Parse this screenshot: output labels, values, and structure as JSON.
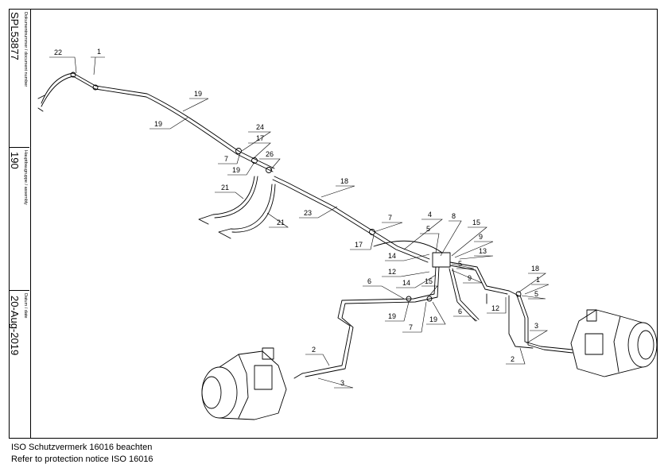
{
  "title_block": {
    "doc_caption": "Dokumentnummer / document number",
    "doc_value": "SPL53877",
    "assembly_caption": "Hauptbaugruppe / assembly",
    "assembly_value": "190",
    "date_caption": "Datum / date",
    "date_value": "20-Aug-2019"
  },
  "callouts": [
    "22",
    "1",
    "19",
    "19",
    "24",
    "17",
    "7",
    "19",
    "26",
    "21",
    "21",
    "18",
    "23",
    "7",
    "17",
    "4",
    "8",
    "5",
    "15",
    "14",
    "9",
    "13",
    "12",
    "5",
    "14",
    "9",
    "15",
    "6",
    "19",
    "7",
    "19",
    "6",
    "12",
    "18",
    "1",
    "5",
    "3",
    "2",
    "2",
    "3"
  ],
  "footer": {
    "line1": "ISO Schutzvermerk 16016 beachten",
    "line2": "Refer to protection notice ISO 16016"
  }
}
